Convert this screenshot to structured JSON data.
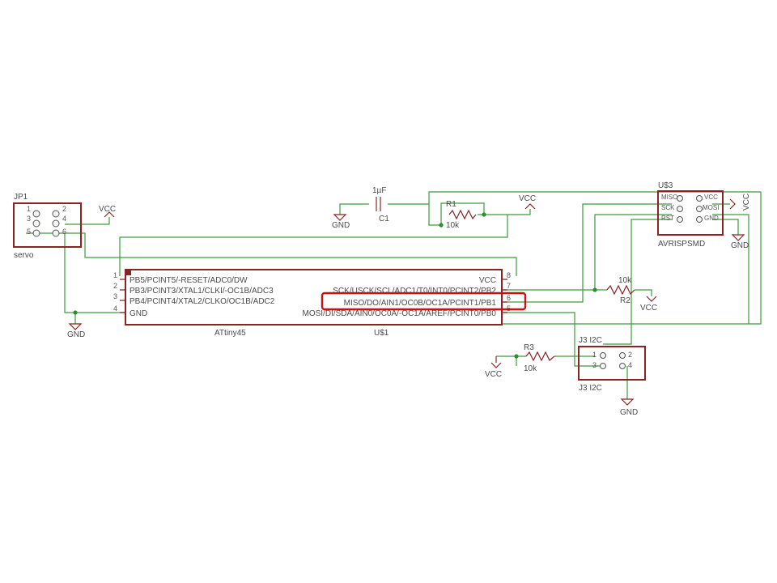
{
  "jp1": {
    "name": "JP1",
    "value": "servo",
    "pins": [
      "1",
      "2",
      "3",
      "4",
      "5",
      "6"
    ]
  },
  "u1": {
    "name": "U$1",
    "value": "ATtiny45",
    "left_pins": [
      {
        "num": "1",
        "label": "PB5/PCINT5/-RESET/ADC0/DW"
      },
      {
        "num": "2",
        "label": "PB3/PCINT3/XTAL1/CLKI/-OC1B/ADC3"
      },
      {
        "num": "3",
        "label": "PB4/PCINT4/XTAL2/CLKO/OC1B/ADC2"
      },
      {
        "num": "4",
        "label": "GND"
      }
    ],
    "right_pins": [
      {
        "num": "8",
        "label": "VCC"
      },
      {
        "num": "7",
        "label": "SCK/USCK/SCL/ADC1/T0/INT0/PCINT2/PB2"
      },
      {
        "num": "6",
        "label": "MISO/DO/AIN1/OC0B/OC1A/PCINT1/PB1"
      },
      {
        "num": "5",
        "label": "MOSI/DI/SDA/AIN0/OC0A/-OC1A/AREF/PCINT0/PB0"
      }
    ]
  },
  "c1": {
    "name": "C1",
    "value": "1µF"
  },
  "r1": {
    "name": "R1",
    "value": "10k"
  },
  "r2": {
    "name": "R2",
    "value": "10k"
  },
  "r3": {
    "name": "R3",
    "value": "10k"
  },
  "u3": {
    "name": "U$3",
    "value": "AVRISPSMD",
    "pins_left": [
      "MISO",
      "SCK",
      "RST"
    ],
    "pins_right": [
      "VCC",
      "MOSI",
      "GND"
    ]
  },
  "j3": {
    "name": "J3 I2C",
    "value": "J3 I2C",
    "pins": [
      "1",
      "2",
      "3",
      "4"
    ]
  },
  "supplies": {
    "vcc": "VCC",
    "gnd": "GND"
  },
  "highlight": {
    "color": "#cc1111"
  },
  "colors": {
    "wire": "#3d9b3d",
    "part": "#8b2323"
  }
}
